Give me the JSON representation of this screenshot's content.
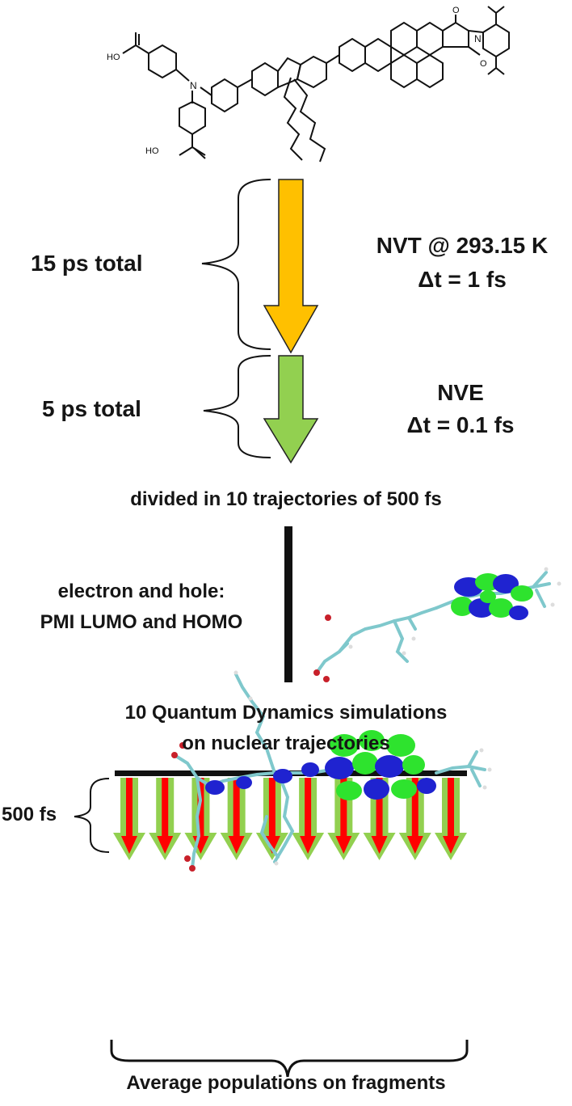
{
  "molecule": {
    "cooh_top_label": "HO",
    "cooh_bottom_label": "HO",
    "amine_label": "N",
    "imide_label": "N",
    "oxygen_label": "O"
  },
  "stage_nvt": {
    "duration_label": "15 ps total",
    "ensemble_label": "NVT @ 293.15 K",
    "timestep_label": "Δt = 1 fs",
    "arrow_color": "#FFC000"
  },
  "stage_nve": {
    "duration_label": "5 ps total",
    "ensemble_label": "NVE",
    "timestep_label": "Δt = 0.1 fs",
    "arrow_color": "#92D050"
  },
  "split_label": "divided in 10 trajectories of 500 fs",
  "charge_label_line1": "electron and hole:",
  "charge_label_line2": "PMI LUMO and HOMO",
  "qd_label_line1": "10 Quantum Dynamics simulations",
  "qd_label_line2": "on nuclear trajectories",
  "qd_window_label": "500 fs",
  "qd_arrow_count": 10,
  "qd_arrow_outer_color": "#92D050",
  "qd_arrow_inner_color": "#FF0000",
  "orbital_colors": {
    "lobe_positive": "#1F23D0",
    "lobe_negative": "#2EE32E",
    "carbon": "#7FC8CC",
    "oxygen": "#C8202A"
  },
  "result_label": "Average populations on fragments"
}
